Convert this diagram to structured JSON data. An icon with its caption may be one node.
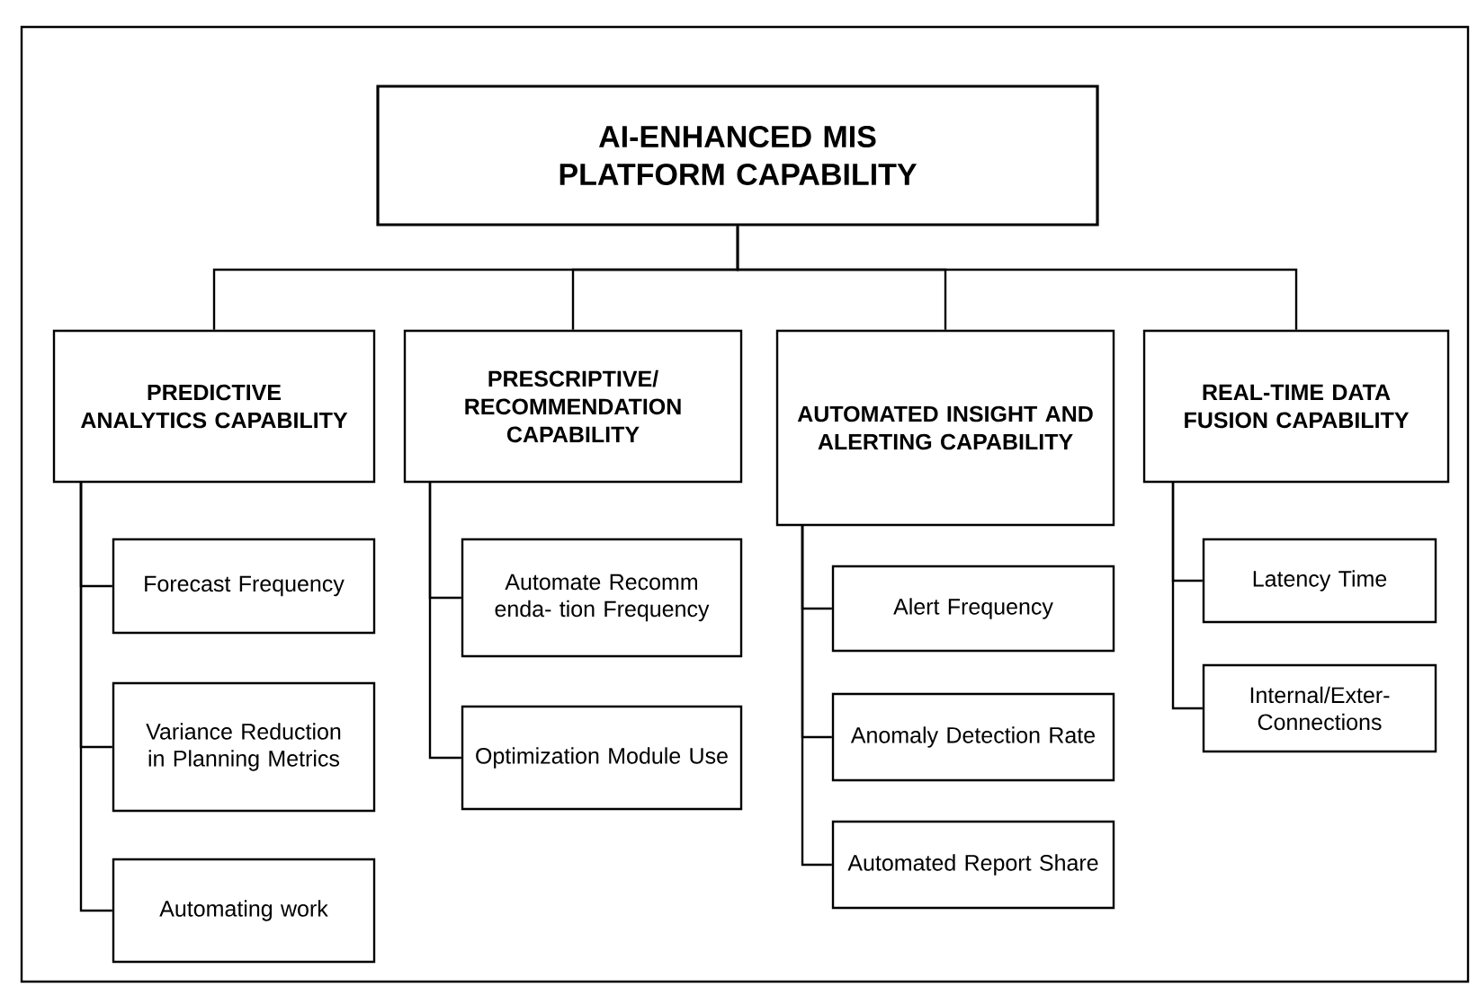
{
  "diagram": {
    "nodes": [
      {
        "text": [
          "AI-ENHANCED MIS PLATFORM CAPABILITY"
        ]
      },
      {
        "text": [
          "PREDICTIVE ANALYTICS CAPABILITY"
        ]
      },
      {
        "text": [
          "Forecast Frequency"
        ]
      },
      {
        "text": [
          "Variance Reduction in Planning Metrics"
        ]
      },
      {
        "text": [
          "Automating work"
        ]
      },
      {
        "text": [
          "PRESCRIPTIVE/ RECOMMENDATION CAPABILITY"
        ]
      },
      {
        "text": [
          "Automate Recomm enda- tion Frequency"
        ]
      },
      {
        "text": [
          "Optimization Module Use"
        ]
      },
      {
        "text": [
          "AUTOMATED INSIGHT AND ALERTING CAPABILITY"
        ]
      },
      {
        "text": [
          "Alert Frequency"
        ]
      },
      {
        "text": [
          "Anomaly Detection Rate"
        ]
      },
      {
        "text": [
          "Automated Report Share"
        ]
      },
      {
        "text": [
          "REAL-TIME DATA FUSION CAPABILITY"
        ]
      },
      {
        "text": [
          "Latency Time"
        ]
      },
      {
        "text": [
          "Internal/Exter- Connections"
        ]
      }
    ],
    "edges": [
      {
        "from": 0,
        "to": 1,
        "arrow": "none"
      },
      {
        "from": 0,
        "to": 5,
        "arrow": "none"
      },
      {
        "from": 0,
        "to": 8,
        "arrow": "none"
      },
      {
        "from": 0,
        "to": 12,
        "arrow": "none"
      },
      {
        "from": 1,
        "to": 2,
        "arrow": "none"
      },
      {
        "from": 1,
        "to": 3,
        "arrow": "none"
      },
      {
        "from": 1,
        "to": 4,
        "arrow": "none"
      },
      {
        "from": 5,
        "to": 6,
        "arrow": "none"
      },
      {
        "from": 5,
        "to": 7,
        "arrow": "none"
      },
      {
        "from": 8,
        "to": 9,
        "arrow": "none"
      },
      {
        "from": 8,
        "to": 10,
        "arrow": "none"
      },
      {
        "from": 8,
        "to": 11,
        "arrow": "none"
      },
      {
        "from": 12,
        "to": 13,
        "arrow": "none"
      },
      {
        "from": 12,
        "to": 14,
        "arrow": "none"
      }
    ]
  }
}
